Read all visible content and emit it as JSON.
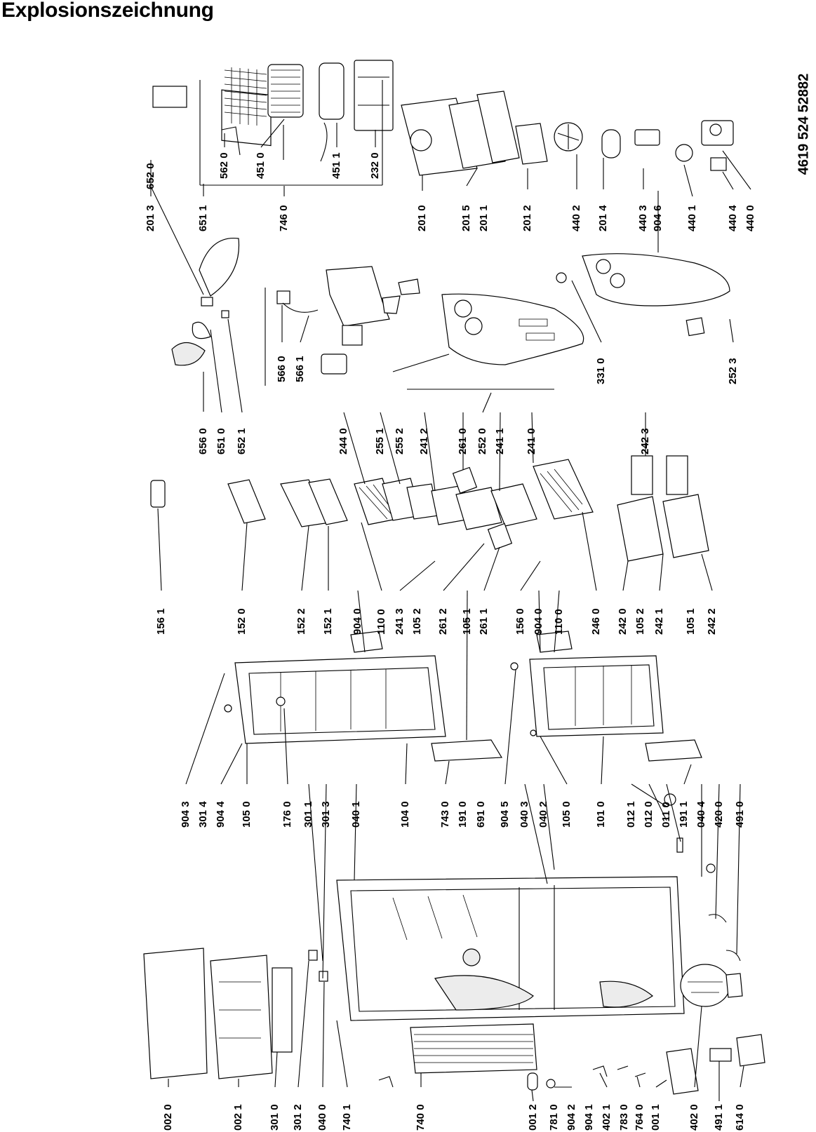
{
  "title": "Explosionszeichnung",
  "document_number": "4619 524 52882",
  "part_labels": [
    {
      "code": "201 3"
    },
    {
      "code": "652 0"
    },
    {
      "code": "651 1"
    },
    {
      "code": "746 0"
    },
    {
      "code": "562 0"
    },
    {
      "code": "451 0"
    },
    {
      "code": "451 1"
    },
    {
      "code": "232 0"
    },
    {
      "code": "201 0"
    },
    {
      "code": "201 5"
    },
    {
      "code": "201 1"
    },
    {
      "code": "201 2"
    },
    {
      "code": "440 2"
    },
    {
      "code": "201 4"
    },
    {
      "code": "440 3"
    },
    {
      "code": "904 6"
    },
    {
      "code": "440 1"
    },
    {
      "code": "440 4"
    },
    {
      "code": "440 0"
    },
    {
      "code": "566 0"
    },
    {
      "code": "566 1"
    },
    {
      "code": "656 0"
    },
    {
      "code": "651 0"
    },
    {
      "code": "652 1"
    },
    {
      "code": "244 0"
    },
    {
      "code": "255 1"
    },
    {
      "code": "255 2"
    },
    {
      "code": "241 2"
    },
    {
      "code": "261 0"
    },
    {
      "code": "252 0"
    },
    {
      "code": "241 1"
    },
    {
      "code": "241 0"
    },
    {
      "code": "331 0"
    },
    {
      "code": "252 3"
    },
    {
      "code": "242 3"
    },
    {
      "code": "156 1"
    },
    {
      "code": "152 0"
    },
    {
      "code": "152 2"
    },
    {
      "code": "152 1"
    },
    {
      "code": "904 0"
    },
    {
      "code": "110 0"
    },
    {
      "code": "241 3"
    },
    {
      "code": "105 2"
    },
    {
      "code": "261 2"
    },
    {
      "code": "105 1"
    },
    {
      "code": "261 1"
    },
    {
      "code": "156 0"
    },
    {
      "code": "904 0"
    },
    {
      "code": "110 0"
    },
    {
      "code": "246 0"
    },
    {
      "code": "242 0"
    },
    {
      "code": "105 2"
    },
    {
      "code": "242 1"
    },
    {
      "code": "105 1"
    },
    {
      "code": "242 2"
    },
    {
      "code": "904 3"
    },
    {
      "code": "301 4"
    },
    {
      "code": "904 4"
    },
    {
      "code": "105 0"
    },
    {
      "code": "176 0"
    },
    {
      "code": "301 1"
    },
    {
      "code": "301 3"
    },
    {
      "code": "040 1"
    },
    {
      "code": "104 0"
    },
    {
      "code": "743 0"
    },
    {
      "code": "191 0"
    },
    {
      "code": "691 0"
    },
    {
      "code": "904 5"
    },
    {
      "code": "040 3"
    },
    {
      "code": "040 2"
    },
    {
      "code": "105 0"
    },
    {
      "code": "101 0"
    },
    {
      "code": "012 1"
    },
    {
      "code": "012 0"
    },
    {
      "code": "011 0"
    },
    {
      "code": "191 1"
    },
    {
      "code": "040 4"
    },
    {
      "code": "420 0"
    },
    {
      "code": "491 0"
    },
    {
      "code": "002 0"
    },
    {
      "code": "002 1"
    },
    {
      "code": "301 0"
    },
    {
      "code": "301 2"
    },
    {
      "code": "040 0"
    },
    {
      "code": "740 1"
    },
    {
      "code": "740 0"
    },
    {
      "code": "001 2"
    },
    {
      "code": "781 0"
    },
    {
      "code": "904 2"
    },
    {
      "code": "904 1"
    },
    {
      "code": "402 1"
    },
    {
      "code": "783 0"
    },
    {
      "code": "764 0"
    },
    {
      "code": "001 1"
    },
    {
      "code": "402 0"
    },
    {
      "code": "491 1"
    },
    {
      "code": "614 0"
    }
  ]
}
